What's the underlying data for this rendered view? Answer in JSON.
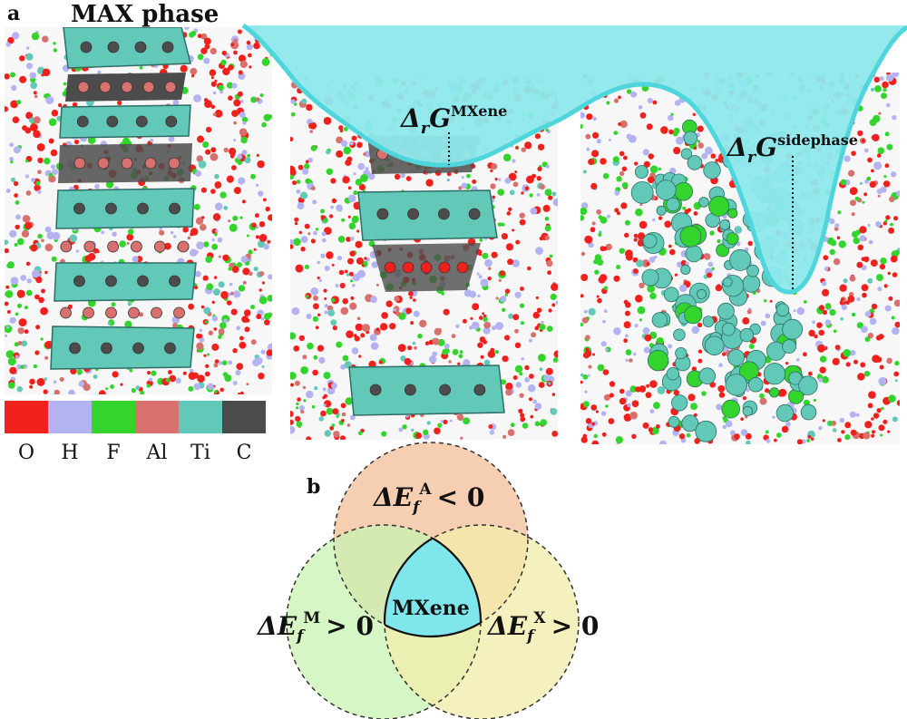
{
  "panel_labels": {
    "a": "a",
    "b": "b"
  },
  "energy_landscape": {
    "title": "MAX phase",
    "min_mxene": {
      "symbol": "Δ",
      "sub": "r",
      "main": "G",
      "sup": "MXene"
    },
    "min_sidephase": {
      "symbol": "Δ",
      "sub": "r",
      "main": "G",
      "sup": "sidephase"
    },
    "fill_color": "#8ee8ec",
    "edge_color": "#4fd6dc"
  },
  "legend": {
    "items": [
      {
        "label": "O",
        "color": "#f0211d"
      },
      {
        "label": "H",
        "color": "#b3b3f2"
      },
      {
        "label": "F",
        "color": "#33d42c"
      },
      {
        "label": "Al",
        "color": "#d8706e"
      },
      {
        "label": "Ti",
        "color": "#62c8b8"
      },
      {
        "label": "C",
        "color": "#4c4c4c"
      }
    ]
  },
  "venn": {
    "top": {
      "prefix": "ΔE",
      "sub": "f",
      "sup": "A",
      "relation": "< 0",
      "color": "#f4c7a6"
    },
    "left": {
      "prefix": "ΔE",
      "sub": "f",
      "sup": "M",
      "relation": "> 0",
      "color": "#c9f3b2"
    },
    "right": {
      "prefix": "ΔE",
      "sub": "f",
      "sup": "X",
      "relation": "> 0",
      "color": "#f2ecaa"
    },
    "center": {
      "label": "MXene",
      "color": "#7fe6ec"
    }
  }
}
